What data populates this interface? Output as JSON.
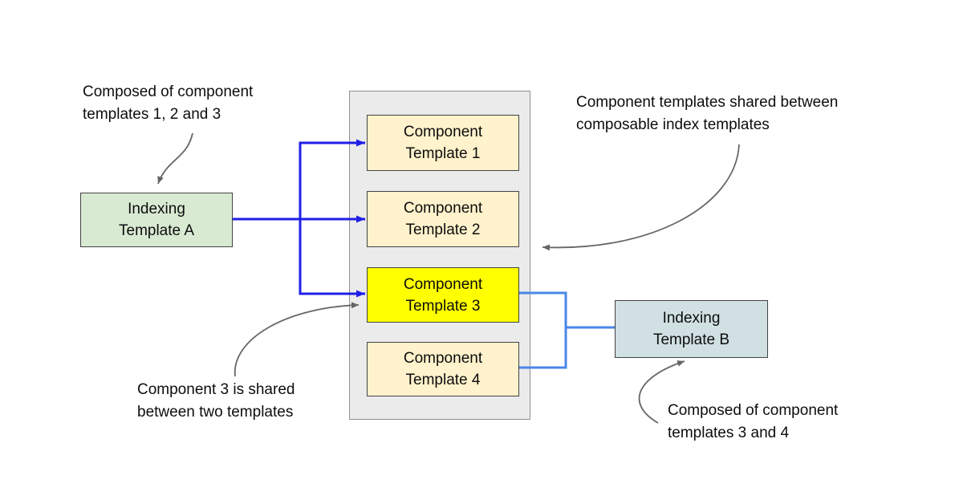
{
  "diagram": {
    "boxes": {
      "indexing_a": {
        "label": "Indexing\nTemplate A",
        "fill": "#d9ead3"
      },
      "component_1": {
        "label": "Component\nTemplate 1",
        "fill": "#fff2cc"
      },
      "component_2": {
        "label": "Component\nTemplate 2",
        "fill": "#fff2cc"
      },
      "component_3": {
        "label": "Component\nTemplate 3",
        "fill": "#ffff00"
      },
      "component_4": {
        "label": "Component\nTemplate 4",
        "fill": "#fff2cc"
      },
      "indexing_b": {
        "label": "Indexing\nTemplate B",
        "fill": "#d0e0e3"
      }
    },
    "container": {
      "fill": "#ebebeb",
      "border": "#919191"
    },
    "annotations": {
      "top_left": {
        "text": "Composed of component\ntemplates 1, 2 and 3"
      },
      "top_right": {
        "text": "Component templates shared between\ncomposable index templates"
      },
      "bottom_left": {
        "text": "Component 3 is shared\nbetween two templates"
      },
      "bottom_right": {
        "text": "Composed of component\ntemplates 3 and 4"
      }
    },
    "colors": {
      "primary_arrow": "#1f1fe8",
      "secondary_connector": "#4a86e8",
      "annotation_arrow": "#666666",
      "text": "#0d0d0d",
      "box_border": "#434343"
    }
  }
}
